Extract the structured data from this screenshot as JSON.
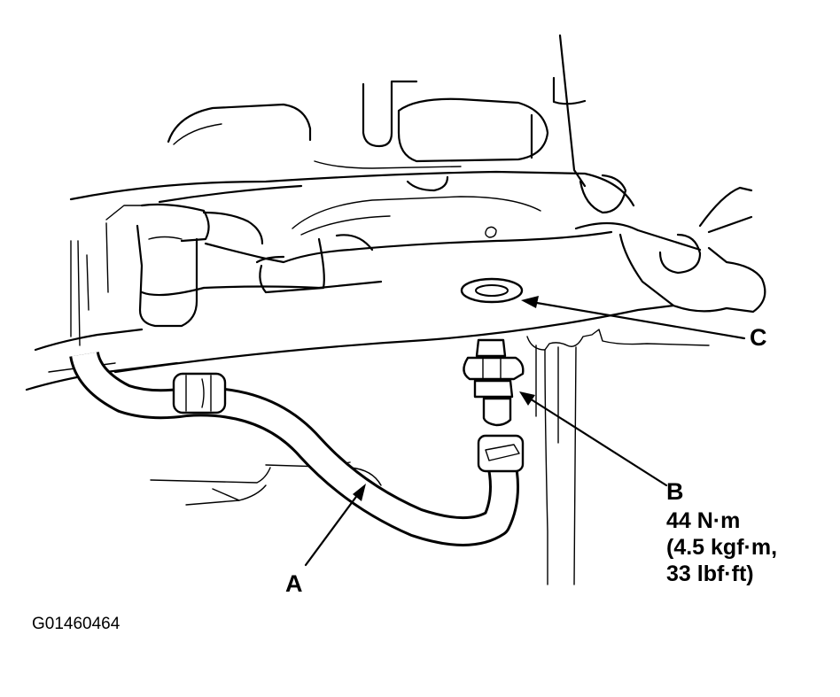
{
  "callouts": {
    "a": {
      "letter": "A"
    },
    "b": {
      "letter": "B",
      "torque_nm": "44 N·m",
      "torque_kgf": "(4.5 kgf·m,",
      "torque_lbf": "33 lbf·ft)"
    },
    "c": {
      "letter": "C"
    }
  },
  "figure_code": "G01460464",
  "colors": {
    "ink": "#000000",
    "paper": "#ffffff"
  }
}
